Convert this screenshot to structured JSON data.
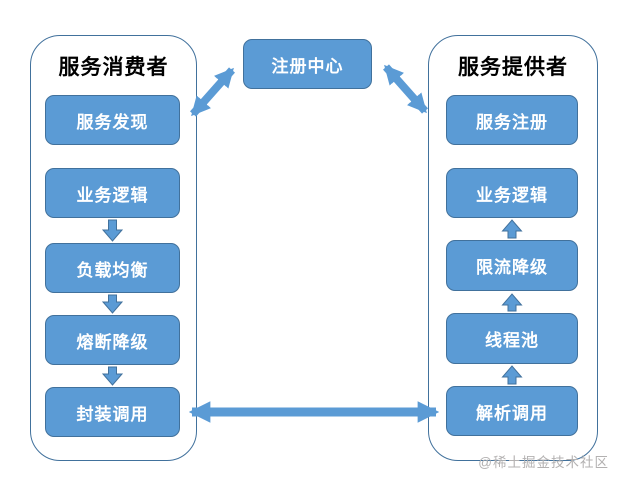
{
  "diagram": {
    "registry": {
      "label": "注册中心"
    },
    "consumer": {
      "title": "服务消费者",
      "boxes": [
        {
          "label": "服务发现"
        },
        {
          "label": "业务逻辑"
        },
        {
          "label": "负载均衡"
        },
        {
          "label": "熔断降级"
        },
        {
          "label": "封装调用"
        }
      ]
    },
    "provider": {
      "title": "服务提供者",
      "boxes": [
        {
          "label": "服务注册"
        },
        {
          "label": "业务逻辑"
        },
        {
          "label": "限流降级"
        },
        {
          "label": "线程池"
        },
        {
          "label": "解析调用"
        }
      ]
    },
    "watermark": "@稀土掘金技术社区",
    "colors": {
      "box_fill": "#5B9BD5",
      "box_border": "#41719C",
      "container_border": "#41719C",
      "arrow": "#5B9BD5",
      "title_text": "#000000",
      "box_text": "#FFFFFF",
      "watermark_text": "#B3B1B1"
    }
  }
}
